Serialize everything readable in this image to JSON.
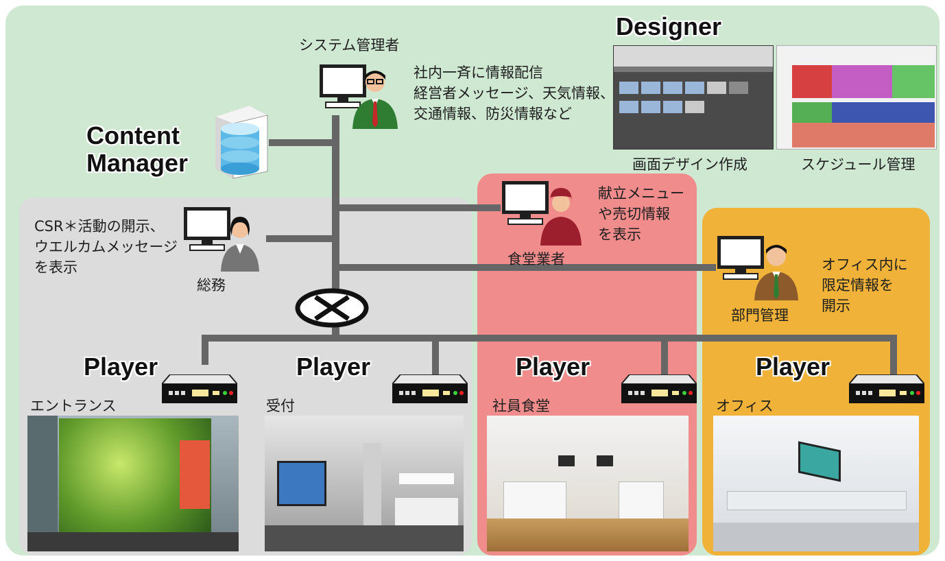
{
  "titles": {
    "designer": "Designer",
    "content_manager": "Content\nManager",
    "player": "Player"
  },
  "system_admin": {
    "label": "システム管理者",
    "desc_line1": "社内一斉に情報配信",
    "desc_line2": "経営者メッセージ、天気情報、",
    "desc_line3": "交通情報、防災情報など"
  },
  "designer_captions": {
    "screen_design": "画面デザイン作成",
    "schedule": "スケジュール管理"
  },
  "general_affairs": {
    "label": "総務",
    "desc_line1": "CSR＊活動の開示、",
    "desc_line2": "ウエルカムメッセージ",
    "desc_line3": "を表示"
  },
  "cafeteria_vendor": {
    "label": "食堂業者",
    "desc_line1": "献立メニュー",
    "desc_line2": "や売切情報",
    "desc_line3": "を表示"
  },
  "dept_manager": {
    "label": "部門管理",
    "desc_line1": "オフィス内に",
    "desc_line2": "限定情報を",
    "desc_line3": "開示"
  },
  "locations": [
    "エントランス",
    "受付",
    "社員食堂",
    "オフィス"
  ],
  "colors": {
    "green_bg": "#cfe8d2",
    "gray_bg": "#dcdcdc",
    "pink_bg": "#f08c8c",
    "orange_bg": "#f0b238",
    "line": "#666666"
  }
}
